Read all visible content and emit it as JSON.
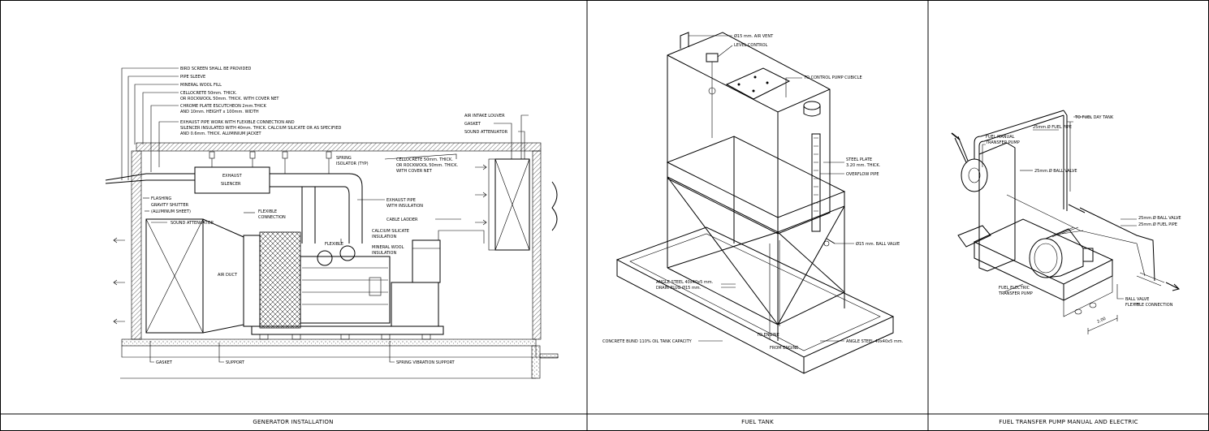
{
  "panels": {
    "generator": {
      "title": "GENERATOR INSTALLATION",
      "labels": {
        "bird_screen": "BIRD SCREEN SHALL BE PROVIDED",
        "pipe_sleeve": "PIPE SLEEVE",
        "mineral_wool_fill": "MINERAL WOOL FILL",
        "cellocrete_1": "CELLOCRETE 50mm. THICK.",
        "cellocrete_2": "OR ROCKWOOL 50mm. THICK. WITH COVER NET",
        "chrome_1": "CHROME PLATE ESCUTCHEON 2mm.THICK",
        "chrome_2": "AND 10mm. HEIGHT x 100mm. WIDTH",
        "exhaust_work_1": "EXHAUST PIPE WORK WITH FLEXIBLE CONNECTION AND",
        "exhaust_work_2": "SILENCER INSULATED WITH 40mm. THICK. CALCIUM SILICATE OR AS SPECIFIED",
        "exhaust_work_3": "AND 0.6mm. THICK. ALUMINIUM JACKET",
        "air_intake_louver": "AIR INTAKE LOUVER",
        "gasket_top": "GASKET",
        "sound_attenuator_top": "SOUND ATTENUATOR",
        "spring_isolator_1": "SPRING",
        "spring_isolator_2": "ISOLATOR (TYP)",
        "cellocrete_r1": "CELLOCRETE 50mm. THICK.",
        "cellocrete_r2": "OR ROCKWOOL 50mm. THICK.",
        "cellocrete_r3": "WITH COVER NET",
        "exhaust_silencer_1": "EXHAUST",
        "exhaust_silencer_2": "SILENCER",
        "flashing": "FLASHING",
        "gravity_shutter_1": "GRAVITY SHUTTER",
        "gravity_shutter_2": "(ALUMINUM SHEET)",
        "sound_attenuator": "SOUND ATTENUATOR",
        "flexible_connection_1": "FLEXIBLE",
        "flexible_connection_2": "CONNECTION",
        "exhaust_pipe_1": "EXHAUST PIPE",
        "exhaust_pipe_2": "WITH INSULATION",
        "cable_ladder": "CABLE LADDER",
        "calcium_1": "CALCIUM SILICATE",
        "calcium_2": "INSULATION",
        "mineral_wool_1": "MINERAL WOOL",
        "mineral_wool_2": "INSULATION",
        "flexible": "FLEXIBLE",
        "air_duct": "AIR DUCT",
        "gasket_bottom": "GASKET",
        "support": "SUPPORT",
        "spring_vibration": "SPRING VIBRATION SUPPORT"
      }
    },
    "fuel_tank": {
      "title": "FUEL TANK",
      "labels": {
        "air_vent": "Ø15 mm. AIR VENT",
        "level_control": "LEVEL CONTROL",
        "to_control_pump": "TO CONTROL PUMP CUBICLE",
        "steel_plate_1": "STEEL PLATE",
        "steel_plate_2": "3.20 mm. THICK.",
        "overflow_pipe": "OVERFLOW PIPE",
        "ball_valve": "Ø15 mm. BALL VALVE",
        "angle_steel_1": "ANGLE STEEL 40x40x5 mm.",
        "drain_plug": "DRAIN PLUG Ø15 mm.",
        "concrete_bund": "CONCRETE BUND 110% OIL TANK CAPACITY",
        "to_engine": "TO ENGINE",
        "from_engine": "FROM ENGINE",
        "angle_steel_2": "ANGLE STEEL 40x40x5 mm."
      }
    },
    "pump": {
      "title": "FUEL TRANSFER PUMP MANUAL AND ELECTRIC",
      "labels": {
        "fuel_pipe_top": "25mm.Ø FUEL PIPE",
        "to_day_tank": "TO FUEL DAY TANK",
        "manual_pump_1": "FUEL MANUAL",
        "manual_pump_2": "TRANSFER PUMP",
        "ball_valve": "25mm.Ø BALL VALVE",
        "ball_valve_r": "25mm.Ø BALL VALVE",
        "fuel_pipe_r": "25mm.Ø FUEL PIPE",
        "electric_pump_1": "FUEL ELECTRIC",
        "electric_pump_2": "TRANSFER PUMP",
        "ball_valve_2": "BALL VALVE",
        "flexible_connection": "FLEXIBLE CONNECTION",
        "dim": "2.00"
      }
    }
  }
}
